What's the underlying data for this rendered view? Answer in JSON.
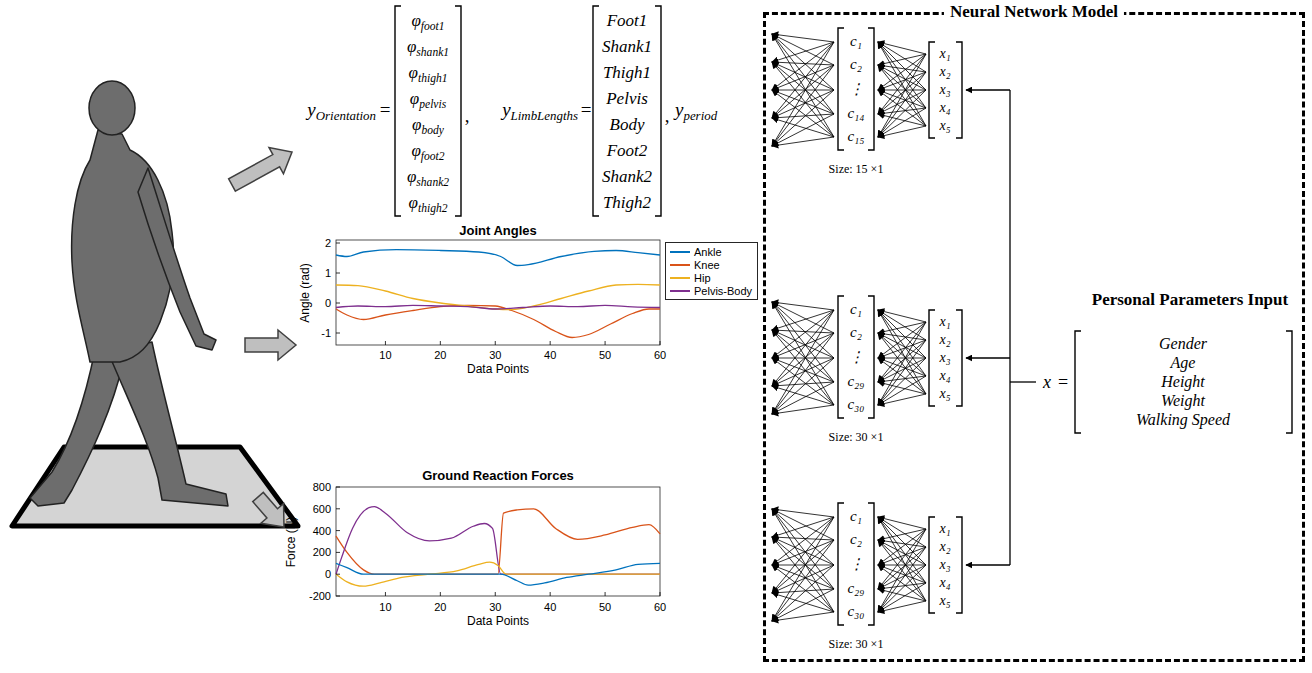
{
  "diagram": {
    "nodes": [
      {
        "text": [
          "Neural Network Model"
        ]
      }
    ],
    "labels": [
      "yOrientation",
      "=",
      "φfoot1",
      "φshank1",
      "φthigh1",
      "φpelvis",
      "φbody",
      "φfoot2",
      "φshank2",
      "φthigh2",
      ",",
      "yLimbLengths",
      "=",
      "Foot1",
      "Shank1",
      "Thigh1",
      "Pelvis",
      "Body",
      "Foot2",
      "Shank2",
      "Thigh2",
      ",",
      "yperiod",
      "Joint Angles",
      "Angle (rad)",
      "2",
      "1",
      "0",
      "-1",
      "10",
      "20",
      "30",
      "40",
      "50",
      "60",
      "Data Points",
      "Ground Reaction Forces",
      "Force (N)",
      "800",
      "600",
      "400",
      "200",
      "0",
      "-200",
      "10",
      "20",
      "30",
      "40",
      "50",
      "60",
      "Data Points",
      "c₁",
      "c₂",
      "⋮",
      "c₁₄",
      "c₁₅",
      "x₁",
      "x₂",
      "x₃",
      "x₄",
      "x₅",
      "Size: 15 ×1",
      "c₁",
      "c₂",
      "⋮",
      "c₂₉",
      "c₃₀",
      "x₁",
      "x₂",
      "x₃",
      "x₄",
      "x₅",
      "Size: 30 ×1",
      "c₁",
      "c₂",
      "⋮",
      "c₂₉",
      "c₃₀",
      "x₁",
      "x₂",
      "x₃",
      "x₄",
      "x₅",
      "Size: 30 ×1",
      "Personal Parameters Input",
      "x",
      "=",
      "Gender",
      "Age",
      "Height",
      "Weight",
      "Walking Speed"
    ],
    "legend": [
      {
        "text": "Ankle",
        "color": "#0072BD"
      },
      {
        "text": "Knee",
        "color": "#D95319"
      },
      {
        "text": "Hip",
        "color": "#EDB120"
      },
      {
        "text": "Pelvis-Body",
        "color": "#7E2F8E"
      }
    ]
  }
}
